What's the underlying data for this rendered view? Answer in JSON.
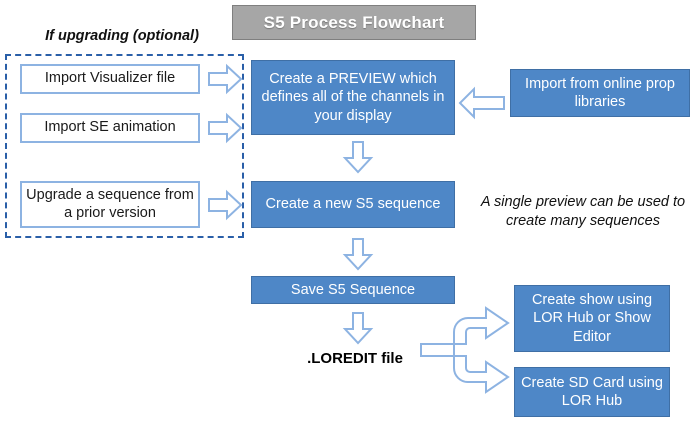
{
  "title": {
    "text": "S5 Process Flowchart"
  },
  "optional_group": {
    "caption": "If upgrading (optional)",
    "items": [
      {
        "label": "Import Visualizer file"
      },
      {
        "label": "Import SE animation"
      },
      {
        "label": "Upgrade a sequence from a prior version"
      }
    ]
  },
  "main_flow": {
    "steps": [
      {
        "label": "Create a PREVIEW which defines all of the channels in your display"
      },
      {
        "label": "Create a new S5 sequence"
      },
      {
        "label": "Save S5 Sequence"
      }
    ],
    "output_file": ".LOREDIT file"
  },
  "side_inputs": [
    {
      "label": "Import from online prop libraries"
    }
  ],
  "notes": [
    {
      "text": "A single preview can be used to create many sequences"
    }
  ],
  "outputs": [
    {
      "label": "Create show using LOR Hub or Show Editor"
    },
    {
      "label": "Create SD Card using LOR Hub"
    }
  ],
  "colors": {
    "blue_fill": "#4e87c7",
    "blue_stroke": "#8db3e2",
    "title_gray": "#a6a6a6",
    "dash_blue": "#2a5fa8"
  }
}
